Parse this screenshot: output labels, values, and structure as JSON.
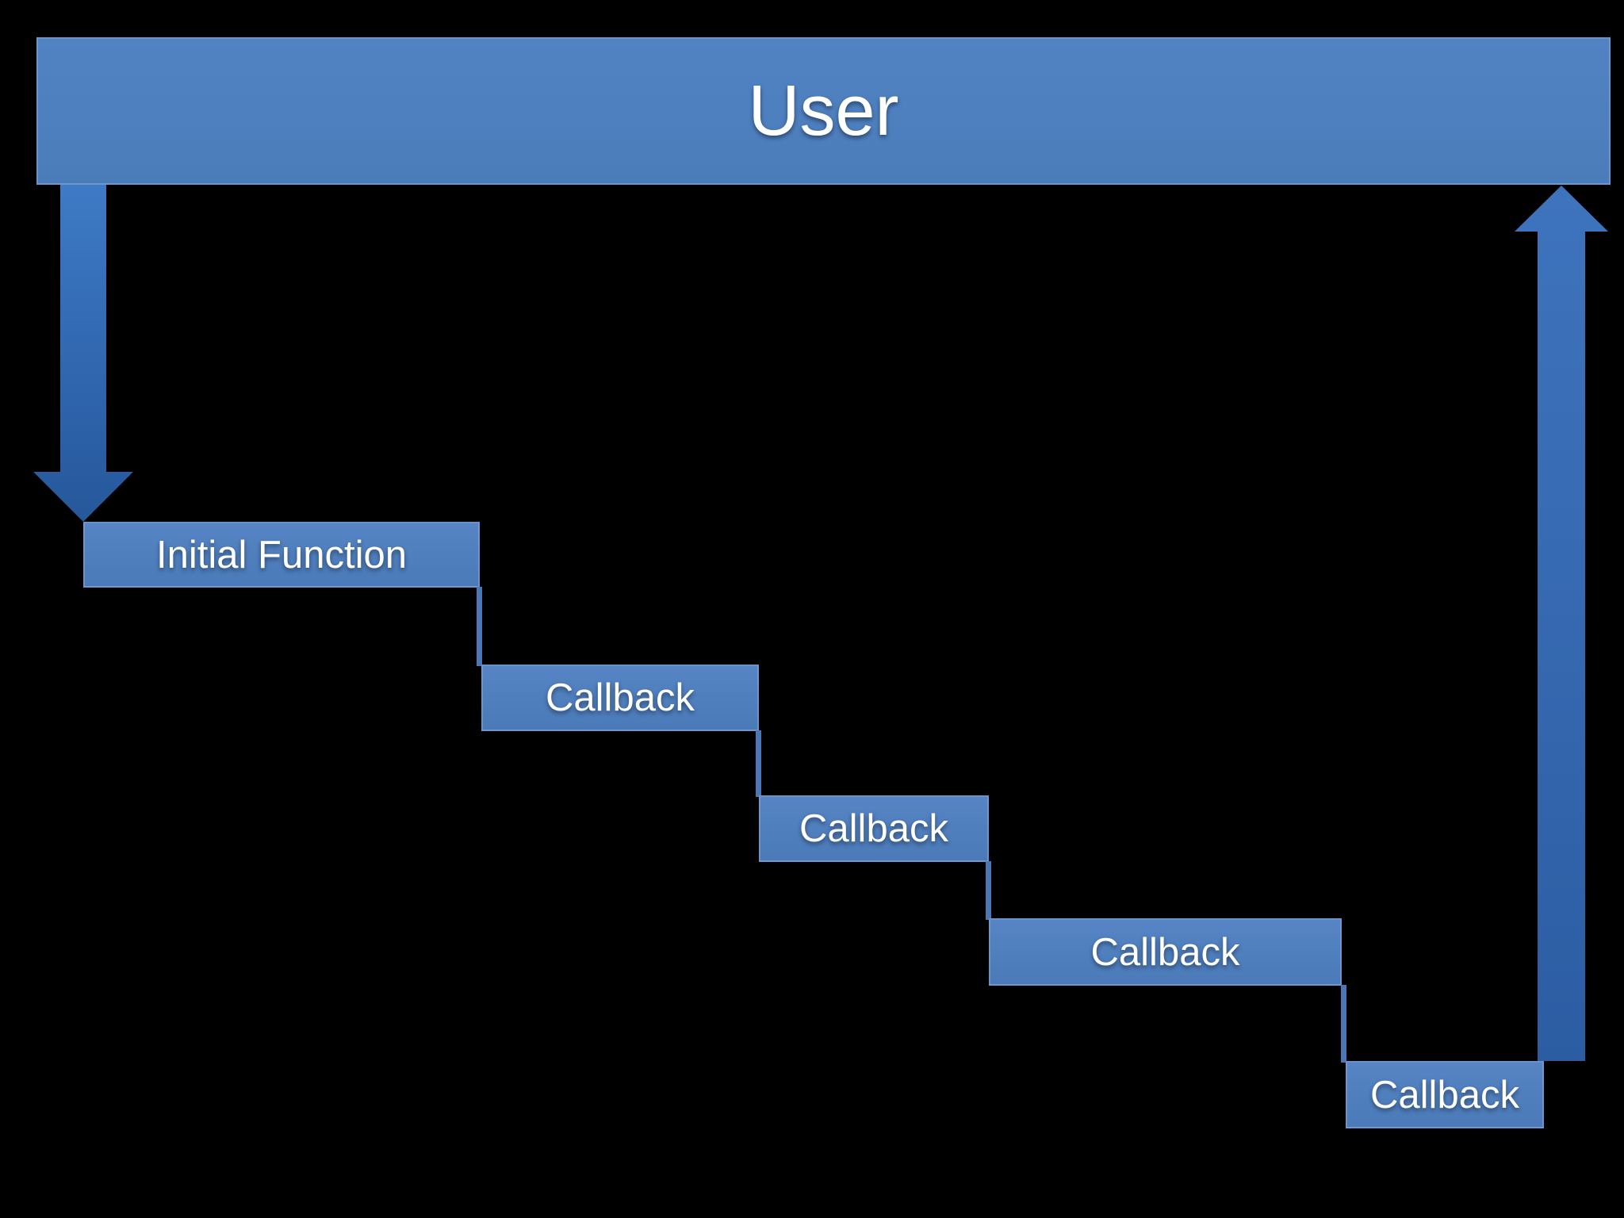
{
  "diagram": {
    "user_box": {
      "label": "User"
    },
    "initial_function_box": {
      "label": "Initial Function"
    },
    "callback_boxes": [
      {
        "label": "Callback"
      },
      {
        "label": "Callback"
      },
      {
        "label": "Callback"
      },
      {
        "label": "Callback"
      }
    ],
    "icons": {
      "down_arrow": "down-arrow",
      "up_arrow": "up-arrow"
    },
    "colors": {
      "background": "#000000",
      "box_fill": "#4d7dbc",
      "box_border": "#91b2dc",
      "connector": "#4a78b4",
      "down_arrow_top": "#3e7ac6",
      "down_arrow_bottom": "#26579a",
      "up_arrow_top": "#3e74bd",
      "up_arrow_bottom": "#2c5da3",
      "text": "#ffffff"
    }
  }
}
